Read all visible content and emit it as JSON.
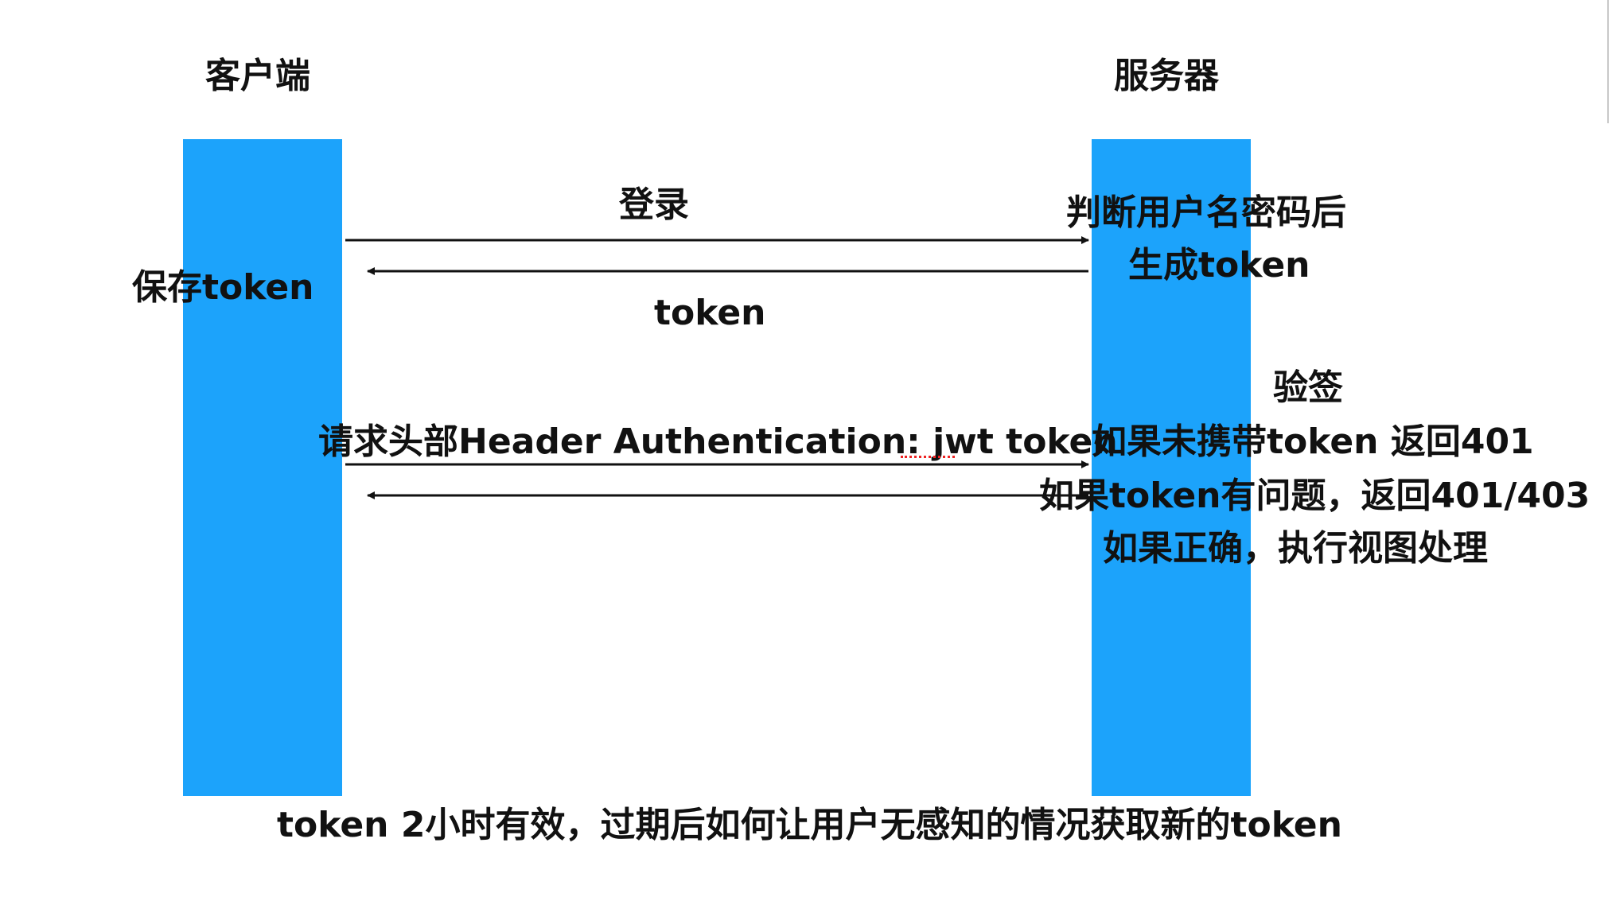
{
  "diagram": {
    "client_title": "客户端",
    "server_title": "服务器",
    "login_label": "登录",
    "server_verify_line1": "判断用户名密码后",
    "server_verify_line2": "生成token",
    "client_save": "保存token",
    "token_label": "token",
    "verify_sig": "验签",
    "request_header": "请求头部Header Authentication: jwt token",
    "no_token_return": "如果未携带token 返回401",
    "bad_token_return": "如果token有问题，返回401/403",
    "ok_execute": "如果正确，执行视图处理",
    "footer_question": "token 2小时有效，过期后如何让用户无感知的情况获取新的token",
    "colors": {
      "lifeline": "#1ca3fb",
      "arrow": "#111111",
      "text": "#111111"
    }
  }
}
